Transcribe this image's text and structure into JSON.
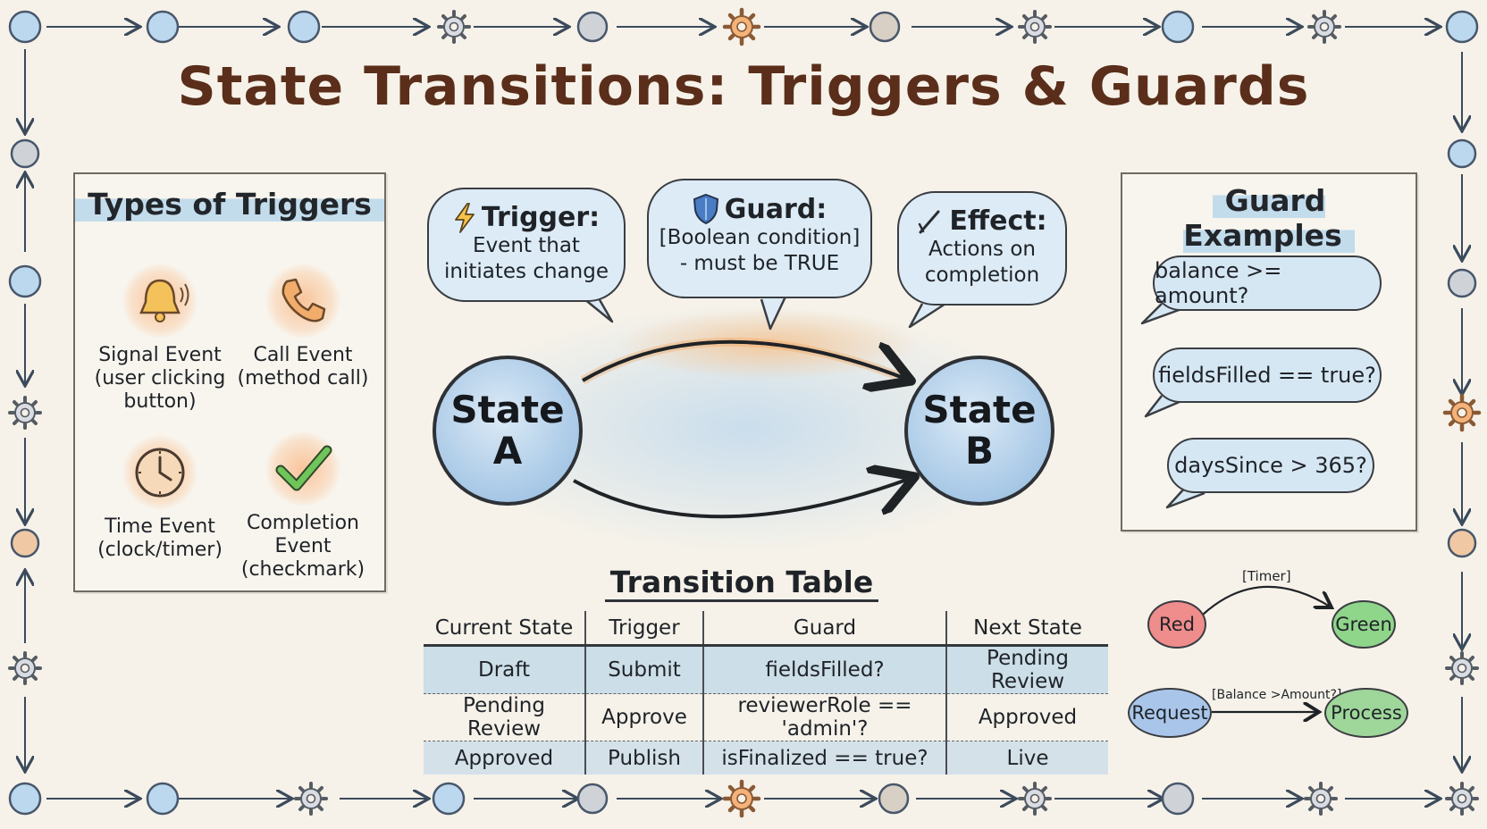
{
  "title": "State Transitions: Triggers & Guards",
  "triggers_panel": {
    "title": "Types of Triggers",
    "items": [
      {
        "icon": "bell-icon",
        "label_line1": "Signal Event",
        "label_line2": "(user clicking",
        "label_line3": "button)"
      },
      {
        "icon": "phone-icon",
        "label_line1": "Call Event",
        "label_line2": "(method call)",
        "label_line3": ""
      },
      {
        "icon": "clock-icon",
        "label_line1": "Time Event",
        "label_line2": "(clock/timer)",
        "label_line3": ""
      },
      {
        "icon": "checkmark-icon",
        "label_line1": "Completion",
        "label_line2": "Event",
        "label_line3": "(checkmark)"
      }
    ]
  },
  "bubbles": {
    "trigger": {
      "icon": "lightning-icon",
      "title": "Trigger:",
      "line1": "Event that",
      "line2": "initiates change"
    },
    "guard": {
      "icon": "shield-icon",
      "title": "Guard:",
      "line1": "[Boolean condition]",
      "line2": "- must be TRUE"
    },
    "effect": {
      "icon": "pen-icon",
      "title": "Effect:",
      "line1": "Actions on",
      "line2": "completion"
    }
  },
  "states": {
    "a": {
      "line1": "State",
      "line2": "A"
    },
    "b": {
      "line1": "State",
      "line2": "B"
    }
  },
  "guard_examples": {
    "title": "Guard Examples",
    "items": [
      "balance >= amount?",
      "fieldsFilled == true?",
      "daysSince > 365?"
    ]
  },
  "transition_table": {
    "title": "Transition Table",
    "headers": [
      "Current State",
      "Trigger",
      "Guard",
      "Next State"
    ],
    "rows": [
      [
        "Draft",
        "Submit",
        "fieldsFilled?",
        "Pending Review"
      ],
      [
        "Pending Review",
        "Approve",
        "reviewerRole == 'admin'?",
        "Approved"
      ],
      [
        "Approved",
        "Publish",
        "isFinalized == true?",
        "Live"
      ]
    ]
  },
  "mini_examples": {
    "traffic": {
      "from": "Red",
      "to": "Green",
      "label": "[Timer]",
      "from_color": "#ef8c8c",
      "to_color": "#8fd58a"
    },
    "payment": {
      "from": "Request",
      "to": "Process",
      "label": "[Balance >Amount?]",
      "from_color": "#a9c6ea",
      "to_color": "#9fd69a"
    }
  },
  "colors": {
    "title": "#5a2e1a",
    "state_fill": "#a7c8e6",
    "bubble_fill": "#dcebf6",
    "accent_orange": "#f1a35b"
  }
}
